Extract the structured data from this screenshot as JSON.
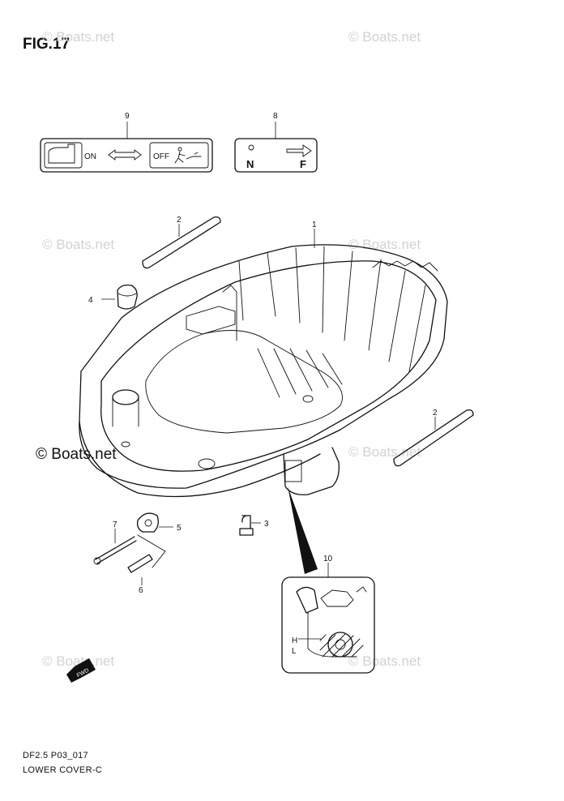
{
  "figure": {
    "title": "FIG.17"
  },
  "watermarks": {
    "faint": [
      "© Boats.net",
      "© Boats.net",
      "© Boats.net",
      "© Boats.net",
      "© Boats.net",
      "© Boats.net",
      "© Boats.net"
    ],
    "dark": "© Boats.net"
  },
  "callouts": [
    "1",
    "2",
    "2",
    "3",
    "4",
    "5",
    "6",
    "7",
    "8",
    "9",
    "10"
  ],
  "decals": {
    "choke": {
      "on": "ON",
      "off": "OFF"
    },
    "shift": {
      "neutral": "N",
      "forward": "F"
    },
    "oil": {
      "high": "H",
      "low": "L"
    }
  },
  "fwd_arrow": "FWD",
  "footer": {
    "code": "DF2.5 P03_017",
    "name": "LOWER COVER-C"
  }
}
